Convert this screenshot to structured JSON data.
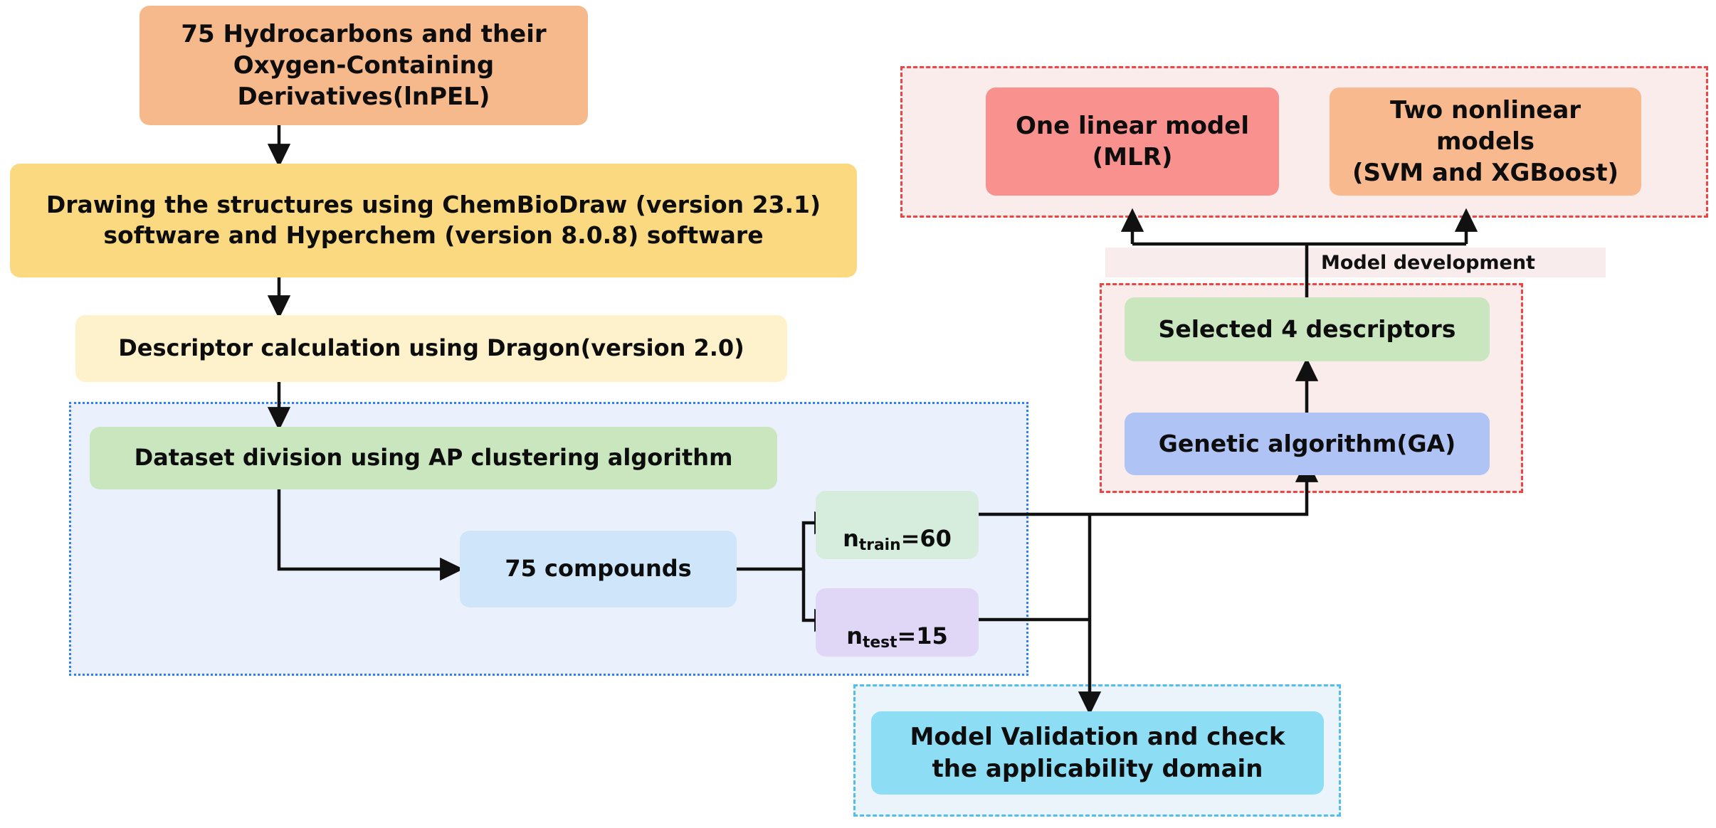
{
  "diagram": {
    "title_text": "QSAR model development workflow flowchart",
    "background": "#ffffff",
    "arrow_color": "#111111"
  },
  "groups": {
    "dataset_division": {
      "name": "dataset-division-group",
      "fill": "#eaf1fd",
      "border_color": "#2f80ed",
      "border_style": "dotted"
    },
    "model_output": {
      "name": "model-output-group",
      "fill": "#fbecec",
      "border_color": "#ef4444",
      "border_style": "dashed"
    },
    "descriptor_selection": {
      "name": "descriptor-selection-group",
      "fill": "#fbecec",
      "border_color": "#ef4444",
      "border_style": "dashed"
    },
    "validation": {
      "name": "validation-group",
      "fill": "#ecf4fb",
      "border_color": "#54bdf0",
      "border_style": "dashed"
    }
  },
  "nodes": {
    "dataset": {
      "label": "75 Hydrocarbons and their\nOxygen-Containing Derivatives(lnPEL)",
      "fill": "#f6b98c",
      "text_color": "#0d0d0d"
    },
    "drawing": {
      "label": "Drawing the structures using ChemBioDraw (version 23.1)\nsoftware and Hyperchem (version 8.0.8) software",
      "fill": "#fbd981",
      "text_color": "#0d0d0d"
    },
    "descriptor_calc": {
      "label": "Descriptor calculation using Dragon(version 2.0)",
      "fill": "#fdf2cb",
      "text_color": "#0d0d0d"
    },
    "ap_clustering": {
      "label": "Dataset division using AP clustering algorithm",
      "fill": "#c9e6bf",
      "text_color": "#0d0d0d"
    },
    "compounds": {
      "label": "75 compounds",
      "fill": "#cfe6fa",
      "text_color": "#0d0d0d"
    },
    "n_train": {
      "label_prefix": "n",
      "label_sub": "train",
      "label_suffix": "=60",
      "plain": "ntrain=60",
      "fill": "#d6ecdc",
      "text_color": "#0d0d0d"
    },
    "n_test": {
      "label_prefix": "n",
      "label_sub": "test",
      "label_suffix": "=15",
      "plain": "ntest=15",
      "fill": "#e0d7f7",
      "text_color": "#0d0d0d"
    },
    "mlr": {
      "label": "One linear model\n(MLR)",
      "fill": "#f9918f",
      "text_color": "#0d0d0d"
    },
    "nonlinear": {
      "label": "Two nonlinear models\n(SVM and XGBoost)",
      "fill": "#f9b98f",
      "text_color": "#0d0d0d"
    },
    "selected_descriptors": {
      "label": "Selected 4 descriptors",
      "fill": "#c9e6bf",
      "text_color": "#0d0d0d"
    },
    "genetic_algorithm": {
      "label": "Genetic algorithm(GA)",
      "fill": "#afc3f5",
      "text_color": "#0d0d0d"
    },
    "validation": {
      "label": "Model Validation and check\nthe applicability domain",
      "fill": "#8ddef5",
      "text_color": "#0d0d0d"
    }
  },
  "annotations": {
    "model_development": {
      "label": "Model development",
      "band_fill": "#f9ecec",
      "text_color": "#111111"
    }
  },
  "flow": {
    "edges": [
      "dataset -> drawing",
      "drawing -> descriptor_calc",
      "descriptor_calc -> ap_clustering",
      "ap_clustering -> compounds",
      "compounds -> n_train",
      "compounds -> n_test",
      "n_train -> genetic_algorithm",
      "n_test -> validation",
      "genetic_algorithm -> selected_descriptors",
      "selected_descriptors -> mlr",
      "selected_descriptors -> nonlinear"
    ]
  }
}
